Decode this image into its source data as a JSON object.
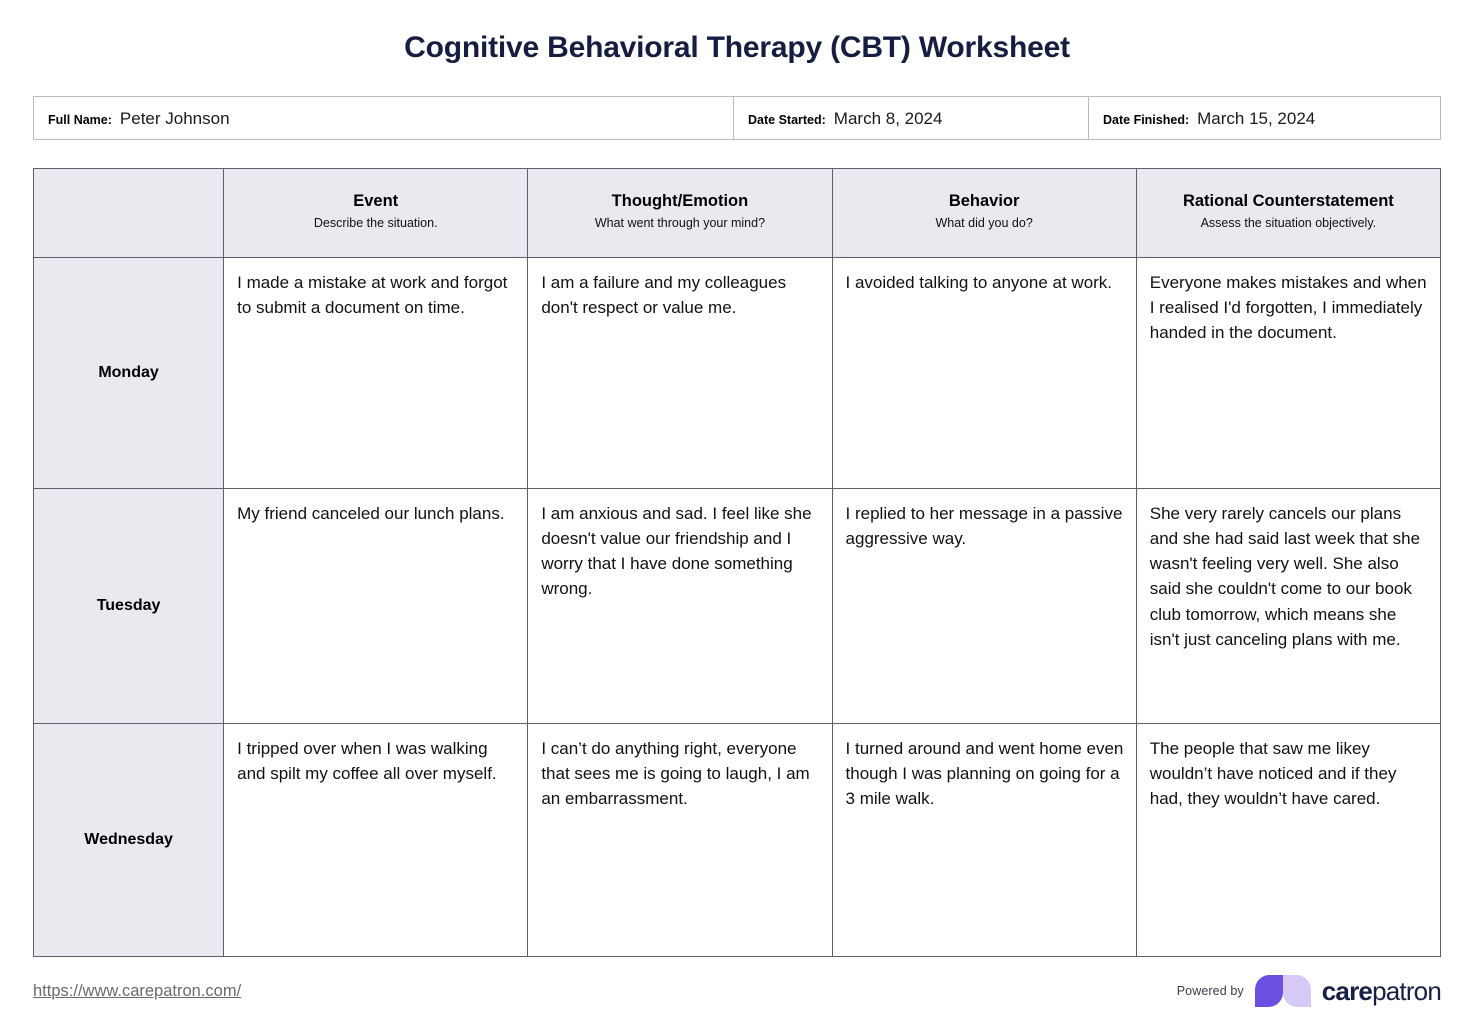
{
  "document": {
    "title": "Cognitive Behavioral Therapy (CBT) Worksheet"
  },
  "info_bar": {
    "full_name_label": "Full Name:",
    "full_name_value": "Peter Johnson",
    "date_started_label": "Date Started:",
    "date_started_value": "March 8, 2024",
    "date_finished_label": "Date Finished:",
    "date_finished_value": "March 15, 2024"
  },
  "table": {
    "columns": [
      {
        "title": "",
        "subtitle": ""
      },
      {
        "title": "Event",
        "subtitle": "Describe the situation."
      },
      {
        "title": "Thought/Emotion",
        "subtitle": "What went through your mind?"
      },
      {
        "title": "Behavior",
        "subtitle": "What did you do?"
      },
      {
        "title": "Rational Counterstatement",
        "subtitle": "Assess the situation objectively."
      }
    ],
    "rows": [
      {
        "day": "Monday",
        "event": "I made a mistake at work and forgot to submit a document on time.",
        "thought": "I am a failure and my colleagues don't respect or value me.",
        "behavior": "I avoided talking to anyone at work.",
        "counterstatement": "Everyone makes mistakes and when I realised I'd forgotten, I immediately handed in the document."
      },
      {
        "day": "Tuesday",
        "event": "My friend canceled our lunch plans.",
        "thought": "I am anxious and sad. I feel like she doesn't value our friendship and I worry that I have done something wrong.",
        "behavior": "I replied to her message in a passive aggressive way.",
        "counterstatement": "She very rarely cancels our plans and she had said last week that she wasn't feeling very well. She also said she couldn't come to our book club tomorrow, which means she isn't just canceling plans with me."
      },
      {
        "day": "Wednesday",
        "event": "I tripped over when I was walking and spilt my coffee all over myself.",
        "thought": "I can’t do anything right, everyone that sees me is going to laugh, I am an embarrassment.",
        "behavior": "I turned around and went home even though I was planning on going for a 3 mile walk.",
        "counterstatement": "The people that saw me likey wouldn’t have noticed and if they had, they wouldn’t have cared."
      }
    ]
  },
  "footer": {
    "url": "https://www.carepatron.com/",
    "powered_by": "Powered by",
    "brand_bold": "care",
    "brand_light": "patron"
  },
  "colors": {
    "title": "#151d41",
    "header_bg": "#e8eaef",
    "table_border": "#5c5f66",
    "info_border": "#b9bcc4",
    "brand_purple_dark": "#6c4ee0",
    "brand_purple_light": "#cfc3f5",
    "brand_text": "#181f44",
    "footer_url": "#6b6b6b"
  }
}
